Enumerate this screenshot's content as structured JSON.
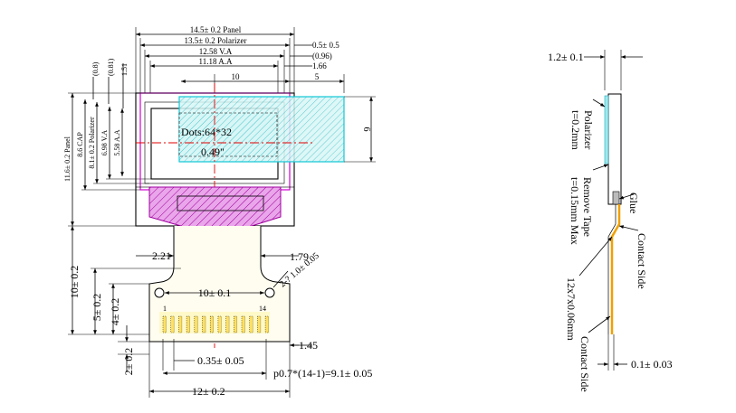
{
  "colors": {
    "polarizer_outline": "#d000d0",
    "fpc_fill": "#e6a0e6",
    "viewing_area": "#11c8d6",
    "centerline": "#e00000",
    "contact_strip": "#f0a000"
  },
  "front_view": {
    "top_dims": {
      "panel": "14.5± 0.2 Panel",
      "polarizer": "13.5± 0.2 Polarizer",
      "va": "12.58 V.A",
      "aa": "11.18 A.A",
      "right_05": "0.5± 0.5",
      "right_096": "(0.96)",
      "right_166": "1.66",
      "span_10": "10",
      "span_5": "5"
    },
    "left_small_dims": {
      "d1": "(0.81)",
      "d2": "(0.8)",
      "d3": "1.51"
    },
    "left_vert_dims": {
      "panel": "11.6± 0.2 Panel",
      "cap": "8.6 CAP",
      "polarizer": "8.1± 0.2 Polarizer",
      "va": "6.98 V.A",
      "aa": "5.58 A.A"
    },
    "right_height": "6",
    "dots_label": "Dots:64*32",
    "size_label": "0.49\"",
    "fpc_dims": {
      "left_w": "2.21",
      "right_w": "1.79",
      "radius": "2-? 1.0± 0.05",
      "hole_pitch": "10± 0.1",
      "pin_first": "1",
      "pin_last": "14",
      "edge_145": "1.45",
      "pad_width": "0.35± 0.05",
      "pitch_formula": "p0.7*(14-1)=9.1± 0.05",
      "total_width": "12± 0.2"
    },
    "bottom_vert_dims": {
      "fpc_len": "10± 0.2",
      "d5": "5± 0.2",
      "d4": "4± 0.2",
      "d2": "2± 0.2"
    }
  },
  "side_view": {
    "thickness": "1.2± 0.1",
    "polarizer_label": "Polarizer",
    "polarizer_thk": "t=0.2mm",
    "remove_tape": "Remove Tape",
    "remove_tape_thk": "t=0.15mm Max",
    "glue": "Glue",
    "contact_side_a": "Contact Side",
    "fpc_spec": "12x7x0.06mm",
    "contact_side_b": "Contact Side",
    "fpc_thk": "0.1± 0.03"
  }
}
